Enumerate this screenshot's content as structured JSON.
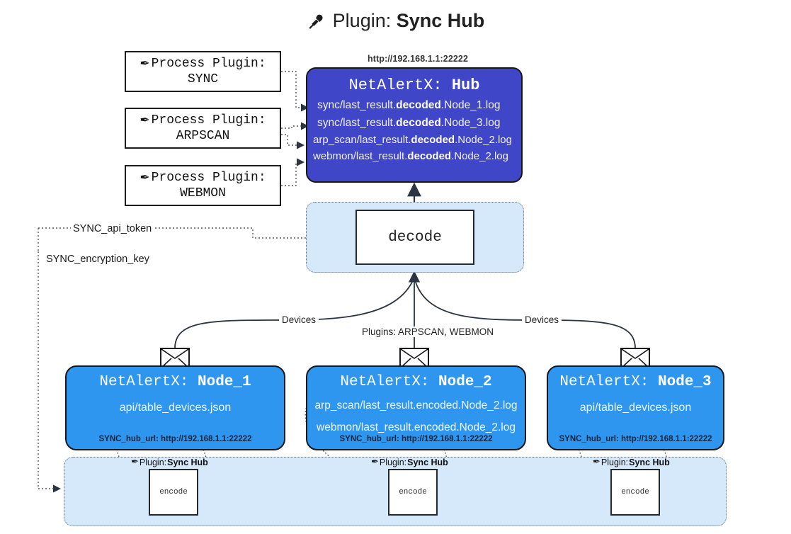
{
  "title": {
    "icon": "plug-icon",
    "icon_glyph": "✒",
    "prefix": "Plugin: ",
    "name": "Sync Hub"
  },
  "process_plugins": [
    {
      "icon_glyph": "✒",
      "line1": "Process Plugin:",
      "line2": "SYNC"
    },
    {
      "icon_glyph": "✒",
      "line1": "Process Plugin:",
      "line2": "ARPSCAN"
    },
    {
      "icon_glyph": "✒",
      "line1": "Process Plugin:",
      "line2": "WEBMON"
    }
  ],
  "hub": {
    "url": "http://192.168.1.1:22222",
    "title_prefix": "NetAlertX: ",
    "title_name": "Hub",
    "logs": [
      {
        "pre": "sync/last_result.",
        "mid": "decoded",
        "post": ".Node_1.log"
      },
      {
        "pre": "sync/last_result.",
        "mid": "decoded",
        "post": ".Node_3.log"
      },
      {
        "pre": "arp_scan/last_result.",
        "mid": "decoded",
        "post": ".Node_2.log"
      },
      {
        "pre": "webmon/last_result.",
        "mid": "decoded",
        "post": ".Node_2.log"
      }
    ],
    "fill_color": "#4046c8"
  },
  "decode": {
    "label": "decode",
    "band_color": "#d6e9fb"
  },
  "secrets": [
    {
      "label": "SYNC_api_token"
    },
    {
      "label": "SYNC_encryption_key"
    }
  ],
  "edge_labels": {
    "devices_left": "Devices",
    "devices_right": "Devices",
    "plugins_center": "Plugins: ARPSCAN, WEBMON"
  },
  "nodes": [
    {
      "title_prefix": "NetAlertX: ",
      "title_name": "Node_1",
      "lines": [
        "api/table_devices.json"
      ],
      "hub_url_label": "SYNC_hub_url: http://192.168.1.1:22222",
      "fill_color": "#2f96f0",
      "envelope": "envelope-icon"
    },
    {
      "title_prefix": "NetAlertX: ",
      "title_name": "Node_2",
      "lines": [
        "arp_scan/last_result.encoded.Node_2.log",
        "webmon/last_result.encoded.Node_2.log"
      ],
      "hub_url_label": "SYNC_hub_url: http://192.168.1.1:22222",
      "fill_color": "#2f96f0",
      "envelope": "envelope-icon"
    },
    {
      "title_prefix": "NetAlertX: ",
      "title_name": "Node_3",
      "lines": [
        "api/table_devices.json"
      ],
      "hub_url_label": "SYNC_hub_url: http://192.168.1.1:22222",
      "fill_color": "#2f96f0",
      "envelope": "envelope-icon"
    }
  ],
  "encoders": [
    {
      "icon_glyph": "✒",
      "label_prefix": "Plugin: ",
      "label_name": "Sync Hub",
      "box_label": "encode"
    },
    {
      "icon_glyph": "✒",
      "label_prefix": "Plugin: ",
      "label_name": "Sync Hub",
      "box_label": "encode"
    },
    {
      "icon_glyph": "✒",
      "label_prefix": "Plugin: ",
      "label_name": "Sync Hub",
      "box_label": "encode"
    }
  ]
}
